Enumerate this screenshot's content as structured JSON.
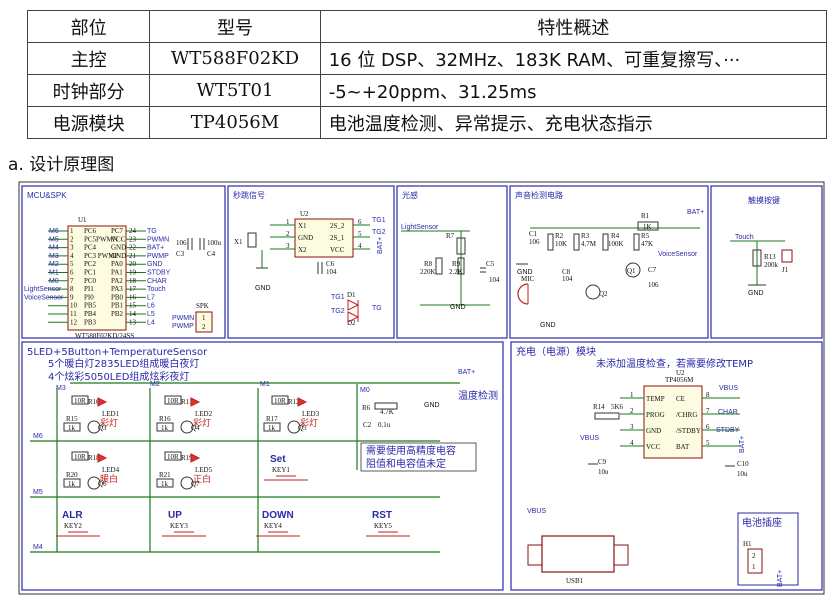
{
  "spec_table": {
    "headers": [
      "部位",
      "型号",
      "特性概述"
    ],
    "rows": [
      [
        "主控",
        "WT588F02KD",
        "16 位 DSP、32MHz、183K RAM、可重复擦写、···"
      ],
      [
        "时钟部分",
        "WT5T01",
        "-5~+20ppm、31.25ms"
      ],
      [
        "电源模块",
        "TP4056M",
        "电池温度检测、异常提示、充电状态指示"
      ]
    ]
  },
  "caption": "a.  设计原理图",
  "panels": {
    "mcu": {
      "title": "MCU&SPK",
      "ref": "U1",
      "part": "WT588F02KD/24SS",
      "left_nets": [
        "M6",
        "M5",
        "M4",
        "M3",
        "M2",
        "M1",
        "M0",
        "LightSensor",
        "VoiceSensor",
        "",
        "",
        ""
      ],
      "left_pin_nums": [
        "1",
        "2",
        "3",
        "4",
        "5",
        "6",
        "7",
        "8",
        "9",
        "10",
        "11",
        "12"
      ],
      "left_pins": [
        "PC6",
        "PC5PWMN",
        "PC4",
        "PC3 PWMP",
        "PC2",
        "PC1",
        "PC0",
        "PI1",
        "PI0",
        "PB5",
        "PB4",
        "PB3"
      ],
      "right_pins": [
        "PC7",
        "VCC",
        "GND",
        "GND",
        "PA0",
        "PA1",
        "PA2",
        "PA3",
        "PB0",
        "PB1",
        "PB2",
        ""
      ],
      "right_pin_nums": [
        "24",
        "23",
        "22",
        "21",
        "20",
        "19",
        "18",
        "17",
        "16",
        "15",
        "14",
        "13"
      ],
      "right_nets": [
        "TG",
        "PWMN",
        "BAT+",
        "PWMP",
        "GND",
        "STDBY",
        "CHAR",
        "Touch",
        "L7",
        "L6",
        "L5",
        "L4"
      ],
      "cap1": "106",
      "cap1_ref": "C3",
      "cap2": "100u",
      "cap2_ref": "C4",
      "spk_ref": "SPK",
      "spk_nets": [
        "PWMN",
        "PWMP"
      ],
      "spk_pins": [
        "1",
        "2"
      ]
    },
    "clock": {
      "title": "秒跳信号",
      "ref": "U2",
      "xtal": "X1",
      "left_pins": [
        "X1",
        "GND",
        "X2"
      ],
      "right_pins": [
        "2S_2",
        "2S_1",
        "VCC"
      ],
      "left_nums": [
        "1",
        "2",
        "3"
      ],
      "right_nums": [
        "6",
        "5",
        "4"
      ],
      "net_tg1": "TG1",
      "net_tg2": "TG2",
      "net_bat": "BAT+",
      "gnd": "GND",
      "cap_ref": "C6",
      "cap_val": "104",
      "d1": "D1",
      "d2": "D2",
      "tg": "TG"
    },
    "light": {
      "title": "光感",
      "net": "LightSensor",
      "r7": "R7",
      "r8": "R8",
      "r8v": "220K",
      "r9": "R9",
      "r9v": "2.2K",
      "c5": "C5",
      "c5v": "104",
      "gnd": "GND"
    },
    "sound": {
      "title": "声音检测电路",
      "bat": "BAT+",
      "r1": "R1",
      "r1v": "1K",
      "c1": "C1",
      "c1v": "106",
      "r2": "R2",
      "r2v": "10K",
      "r3": "R3",
      "r3v": "4.7M",
      "r4": "R4",
      "r4v": "100K",
      "r5": "R5",
      "r5v": "47K",
      "q1": "Q1",
      "q2": "Q2",
      "c7": "C7",
      "c7v": "106",
      "c8": "C8",
      "c8v": "104",
      "mic": "MIC",
      "net": "VoiceSensor",
      "gnd": "GND"
    },
    "touch": {
      "title": "触摸按键",
      "net": "Touch",
      "r13": "R13",
      "r13v": "200k",
      "j1": "J1",
      "gnd": "GND"
    },
    "led": {
      "title": "5LED+5Button+TemperatureSensor",
      "line1": "5个暖白灯2835LED组成暖白夜灯",
      "line2": "4个炫彩5050LED组成炫彩夜灯",
      "nets": [
        "M3",
        "M2",
        "M1",
        "M6",
        "M5",
        "M4",
        "M0",
        "BAT+",
        "GND"
      ],
      "r10": "R10",
      "r11": "R11",
      "r12": "R12",
      "r18": "R18",
      "r19": "R19",
      "r10v": "10R",
      "r15": "R15",
      "r16": "R16",
      "r17": "R17",
      "r20": "R20",
      "r21": "R21",
      "r1kv": "1k",
      "q3": "Q3",
      "q4": "Q4",
      "q5": "Q5",
      "q6": "Q6",
      "q7": "Q7",
      "led1": "LED1",
      "led2": "LED2",
      "led3": "LED3",
      "led4": "LED4",
      "led5": "LED5",
      "color": "彩灯",
      "warm": "暖白",
      "pos": "正白",
      "temp": "温度检测",
      "r6": "R6",
      "r6v": "4.7K",
      "c2": "C2",
      "c2v": "0.1u",
      "note1": "需要使用高精度电容",
      "note2": "阻值和电容值未定",
      "key_set": "Set",
      "key_alr": "ALR",
      "key_up": "UP",
      "key_down": "DOWN",
      "key_rst": "RST",
      "key1": "KEY1",
      "key2": "KEY2",
      "key3": "KEY3",
      "key4": "KEY4",
      "key5": "KEY5"
    },
    "power": {
      "title": "充电（电源）模块",
      "note": "未添加温度检查，若需要修改TEMP",
      "ref": "U2",
      "part": "TP4056M",
      "left_pins": [
        "TEMP",
        "PROG",
        "GND",
        "VCC"
      ],
      "left_nums": [
        "1",
        "2",
        "3",
        "4"
      ],
      "right_pins": [
        "CE",
        "/CHRG",
        "/STDBY",
        "BAT"
      ],
      "right_nums": [
        "8",
        "7",
        "6",
        "5"
      ],
      "r14": "R14",
      "r14v": "5K6",
      "vbus": "VBUS",
      "char": "CHAR",
      "stdby": "STDBY",
      "bat": "BAT+",
      "c9": "C9",
      "c9v": "10u",
      "c10": "C10",
      "c10v": "10u",
      "usb": "USB1",
      "socket_title": "电池插座",
      "h1": "H1",
      "h1pins": [
        "2",
        "1"
      ]
    }
  }
}
